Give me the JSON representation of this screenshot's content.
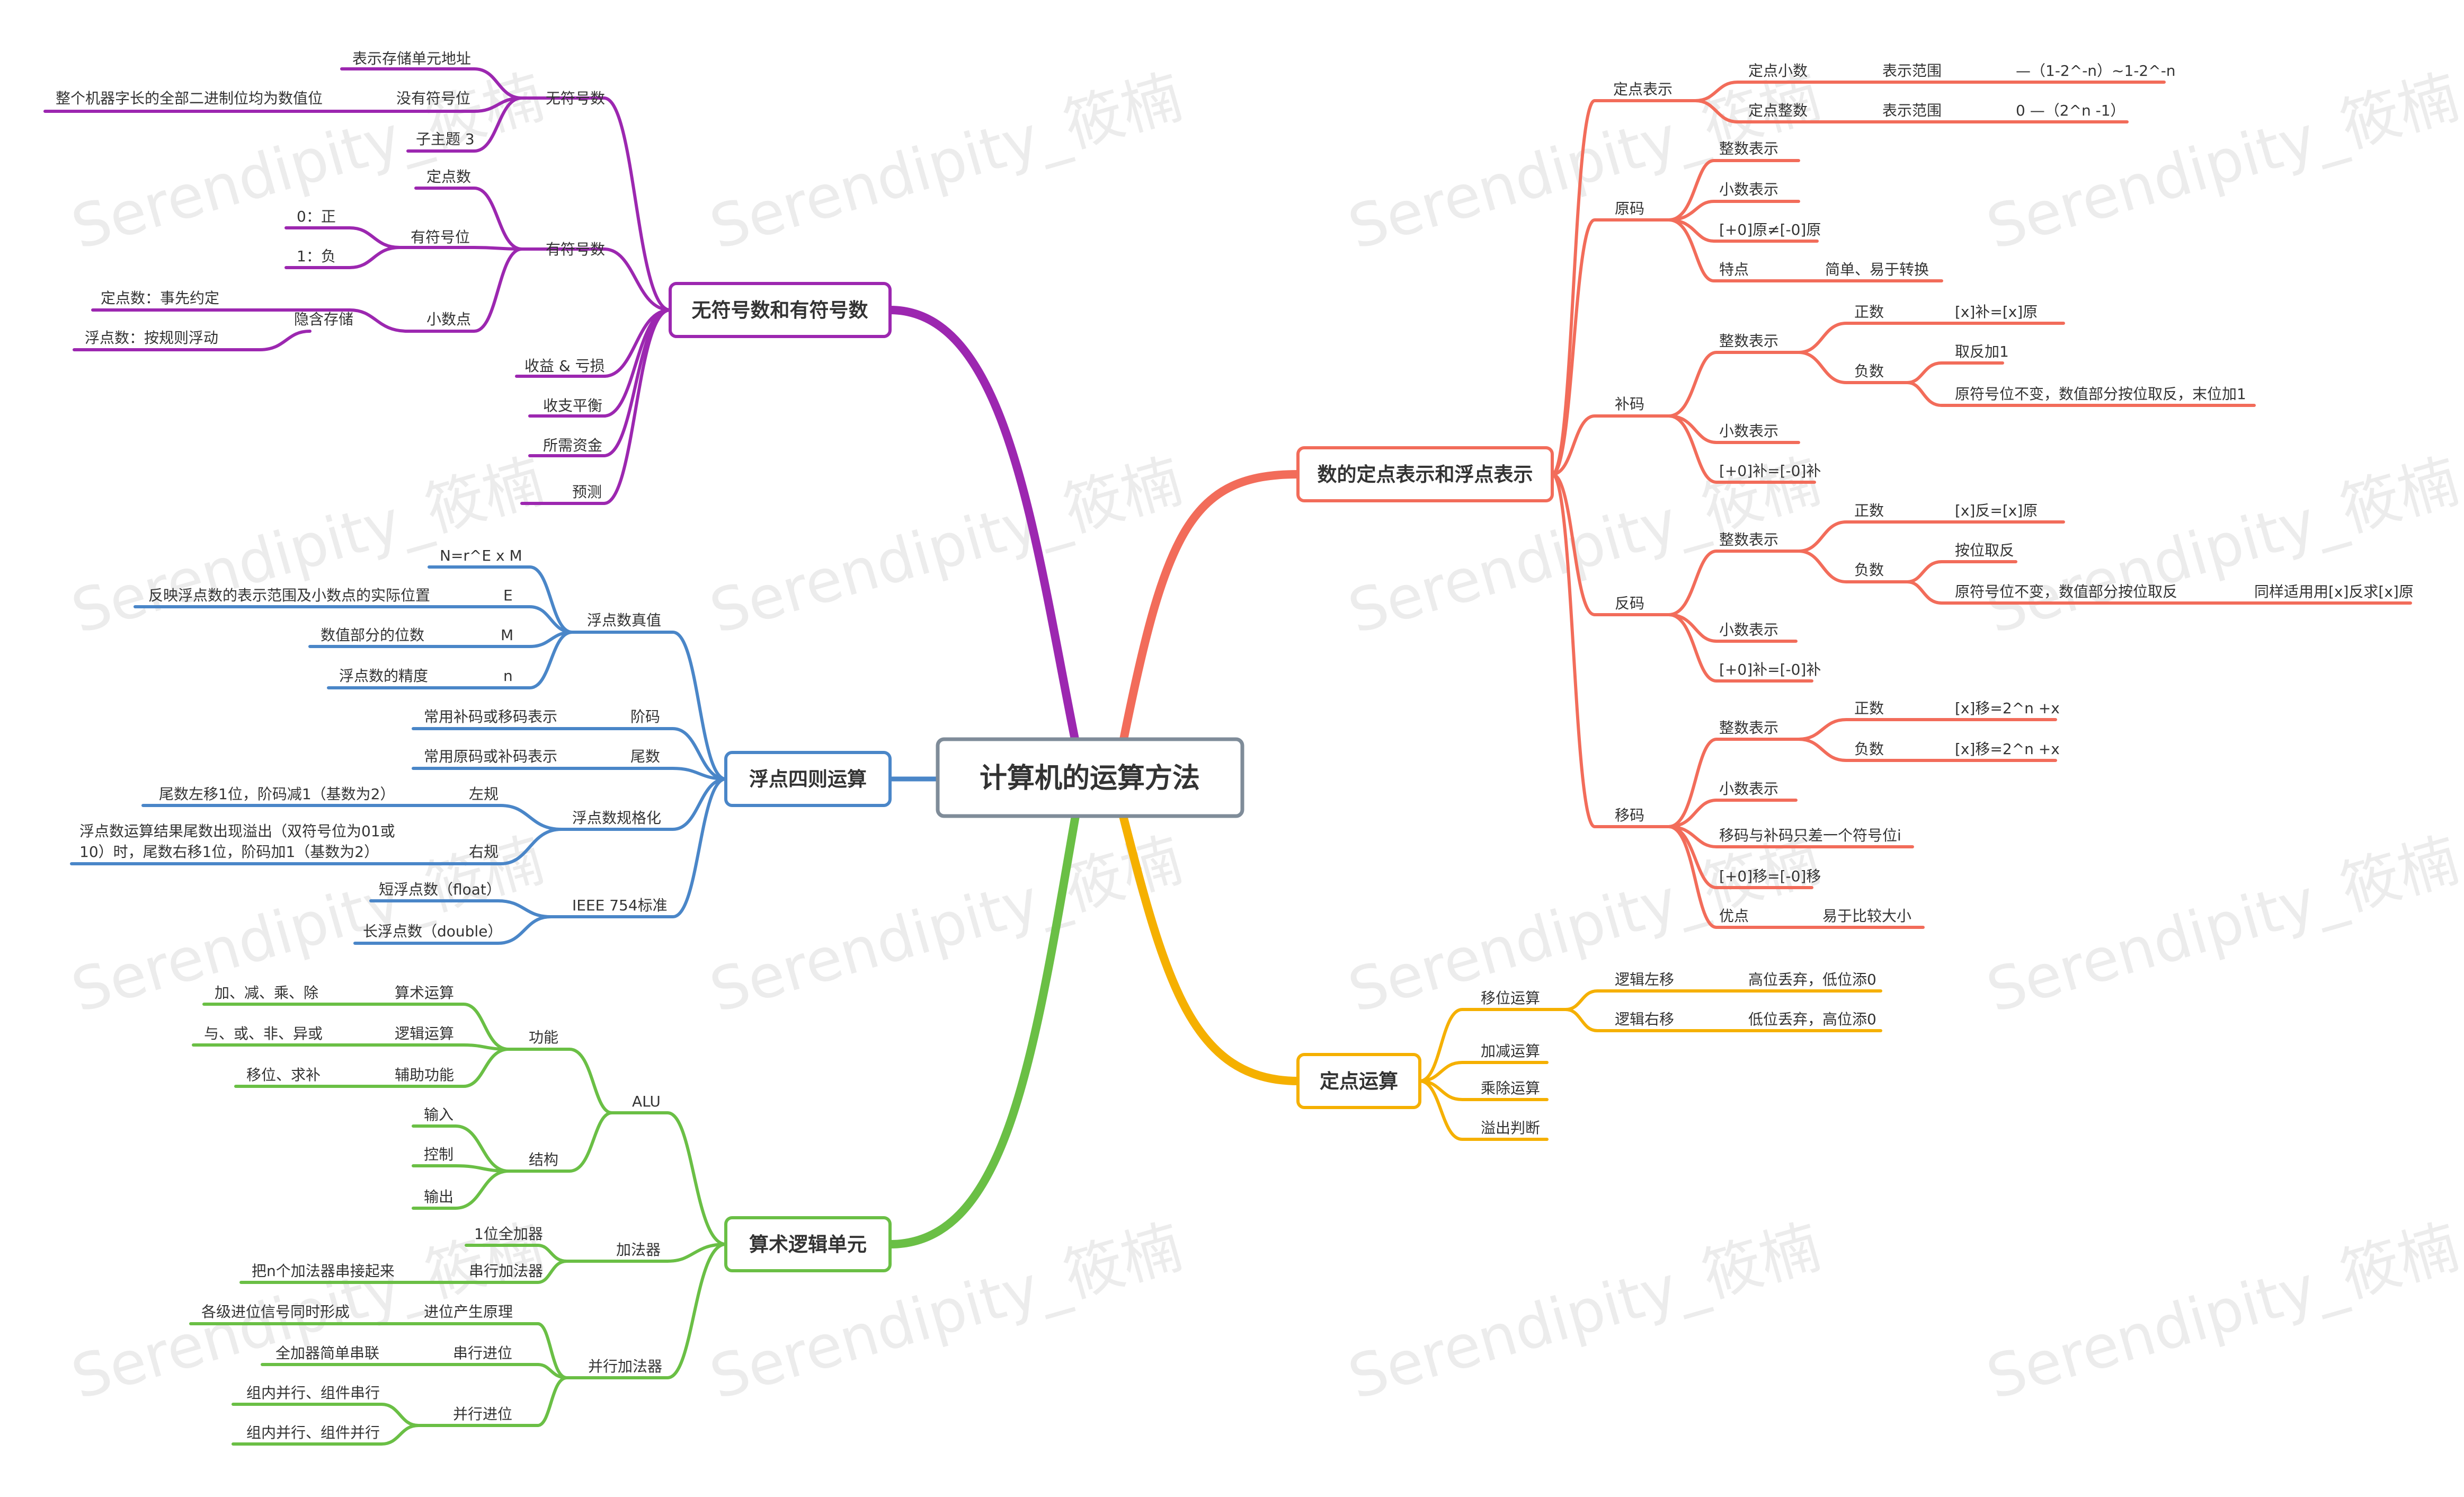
{
  "root": "计算机的运算方法",
  "watermark": "Serendipity_筱楠",
  "colors": {
    "signed": "#9c27b0",
    "float": "#4a86c8",
    "alu": "#6abf45",
    "fixed_repr": "#f26c5a",
    "fixed_ops": "#f5b000",
    "root_border": "#7f8c99"
  },
  "branches": {
    "signed": {
      "title": "无符号数和有符号数",
      "unsigned": {
        "label": "无符号数",
        "items": [
          "表示存储单元地址",
          "没有符号位",
          "整个机器字长的全部二进制位均为数值位",
          "子主题 3"
        ]
      },
      "signednum": {
        "label": "有符号数",
        "fixed_point": "定点数",
        "sign_bit": "有符号位",
        "zero": "0：正",
        "one": "1：负",
        "decimal_point": "小数点",
        "implicit": "隐含存储",
        "fixed_agreed": "定点数：事先约定",
        "float_rule": "浮点数：按规则浮动"
      },
      "misc": [
        "收益 & 亏损",
        "收支平衡",
        "所需资金",
        "预测"
      ]
    },
    "float": {
      "title": "浮点四则运算",
      "truth": {
        "label": "浮点数真值",
        "formula": "N=r^E x M",
        "E": "E",
        "E_desc": "反映浮点数的表示范围及小数点的实际位置",
        "M": "M",
        "M_desc": "数值部分的位数",
        "n": "n",
        "n_desc": "浮点数的精度"
      },
      "exp_label": "阶码",
      "exp_desc": "常用补码或移码表示",
      "mant_label": "尾数",
      "mant_desc": "常用原码或补码表示",
      "norm": {
        "label": "浮点数规格化",
        "left": "左规",
        "left_desc": "尾数左移1位，阶码减1（基数为2）",
        "right": "右规",
        "right_desc_1": "浮点数运算结果尾数出现溢出（双符号位为01或",
        "right_desc_2": "10）时，尾数右移1位，阶码加1（基数为2）"
      },
      "ieee": {
        "label": "IEEE 754标准",
        "short": "短浮点数（float）",
        "long": "长浮点数（double）"
      }
    },
    "alu": {
      "title": "算术逻辑单元",
      "alu_label": "ALU",
      "func": {
        "label": "功能",
        "arith": "算术运算",
        "arith_desc": "加、减、乘、除",
        "logic": "逻辑运算",
        "logic_desc": "与、或、非、异或",
        "aux": "辅助功能",
        "aux_desc": "移位、求补"
      },
      "struct": {
        "label": "结构",
        "items": [
          "输入",
          "控制",
          "输出"
        ]
      },
      "adder": {
        "label": "加法器",
        "full": "1位全加器",
        "serial": "串行加法器",
        "serial_desc": "把n个加法器串接起来"
      },
      "parallel": {
        "label": "并行加法器",
        "carry_principle": "进位产生原理",
        "carry_principle_desc": "各级进位信号同时形成",
        "serial_carry": "串行进位",
        "serial_carry_desc": "全加器简单串联",
        "parallel_carry": "并行进位",
        "pc1": "组内并行、组件串行",
        "pc2": "组内并行、组件并行"
      }
    },
    "fixed_repr": {
      "title": "数的定点表示和浮点表示",
      "fixed": {
        "label": "定点表示",
        "frac": "定点小数",
        "frac_range_lbl": "表示范围",
        "frac_range": "—（1-2^-n）~1-2^-n",
        "int": "定点整数",
        "int_range_lbl": "表示范围",
        "int_range": "0 —（2^n -1）"
      },
      "sign_mag": {
        "label": "原码",
        "int": "整数表示",
        "frac": "小数表示",
        "zero": "[+0]原≠[-0]原",
        "feature": "特点",
        "feature_desc": "简单、易于转换"
      },
      "twos": {
        "label": "补码",
        "int": "整数表示",
        "pos": "正数",
        "pos_desc": "[x]补=[x]原",
        "neg": "负数",
        "neg_1": "取反加1",
        "neg_2": "原符号位不变，数值部分按位取反，末位加1",
        "frac": "小数表示",
        "zero": "[+0]补=[-0]补"
      },
      "ones": {
        "label": "反码",
        "int": "整数表示",
        "pos": "正数",
        "pos_desc": "[x]反=[x]原",
        "neg": "负数",
        "neg_1": "按位取反",
        "neg_2": "原符号位不变，数值部分按位取反",
        "neg_note": "同样适用用[x]反求[x]原",
        "frac": "小数表示",
        "zero": "[+0]补=[-0]补"
      },
      "biased": {
        "label": "移码",
        "int": "整数表示",
        "pos": "正数",
        "pos_desc": "[x]移=2^n +x",
        "neg": "负数",
        "neg_desc": "[x]移=2^n +x",
        "frac": "小数表示",
        "diff": "移码与补码只差一个符号位i",
        "zero": "[+0]移=[-0]移",
        "adv": "优点",
        "adv_desc": "易于比较大小"
      }
    },
    "fixed_ops": {
      "title": "定点运算",
      "shift": "移位运算",
      "lshift": "逻辑左移",
      "lshift_desc": "高位丢弃，低位添0",
      "rshift": "逻辑右移",
      "rshift_desc": "低位丢弃，高位添0",
      "addsub": "加减运算",
      "muldiv": "乘除运算",
      "overflow": "溢出判断"
    }
  }
}
